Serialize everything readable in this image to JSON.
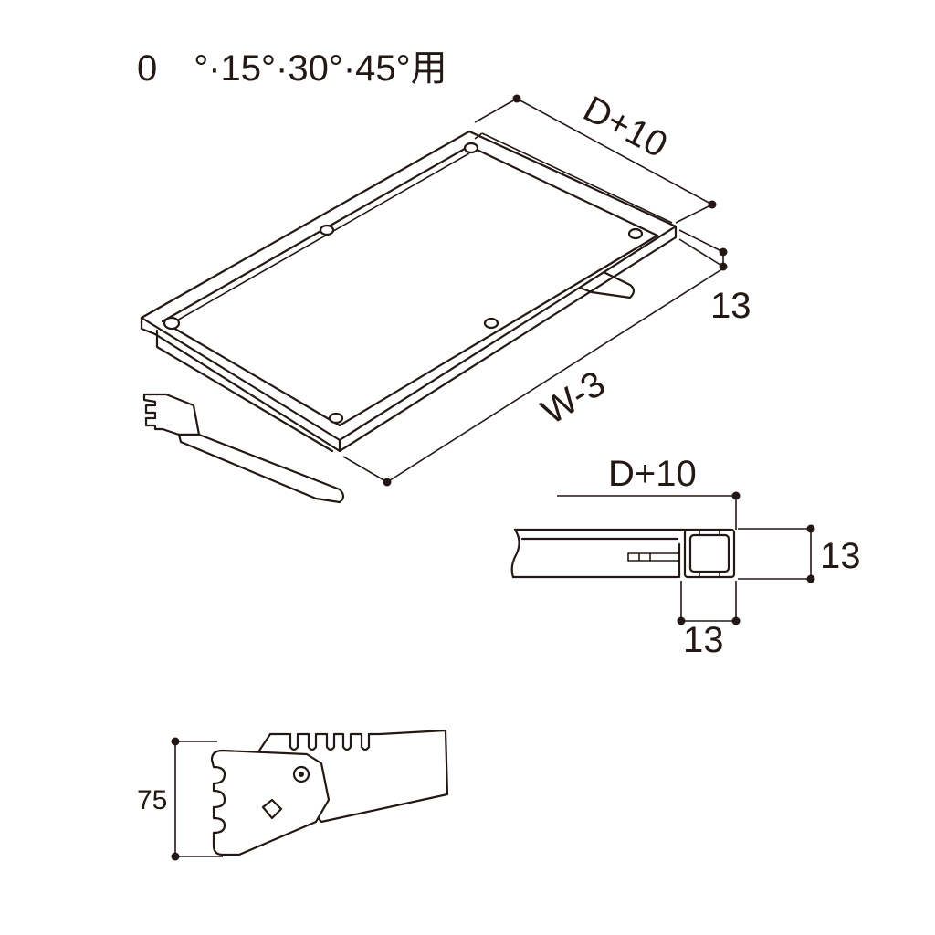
{
  "title": "0　°·15°·30°·45°用",
  "top_view": {
    "depth_label": "D+10",
    "height_label": "13",
    "width_label": "W-3"
  },
  "section_view": {
    "depth_label": "D+10",
    "height_label": "13",
    "width_label": "13"
  },
  "bracket_view": {
    "height_label": "75"
  },
  "colors": {
    "line": "#231815",
    "background": "#ffffff"
  }
}
